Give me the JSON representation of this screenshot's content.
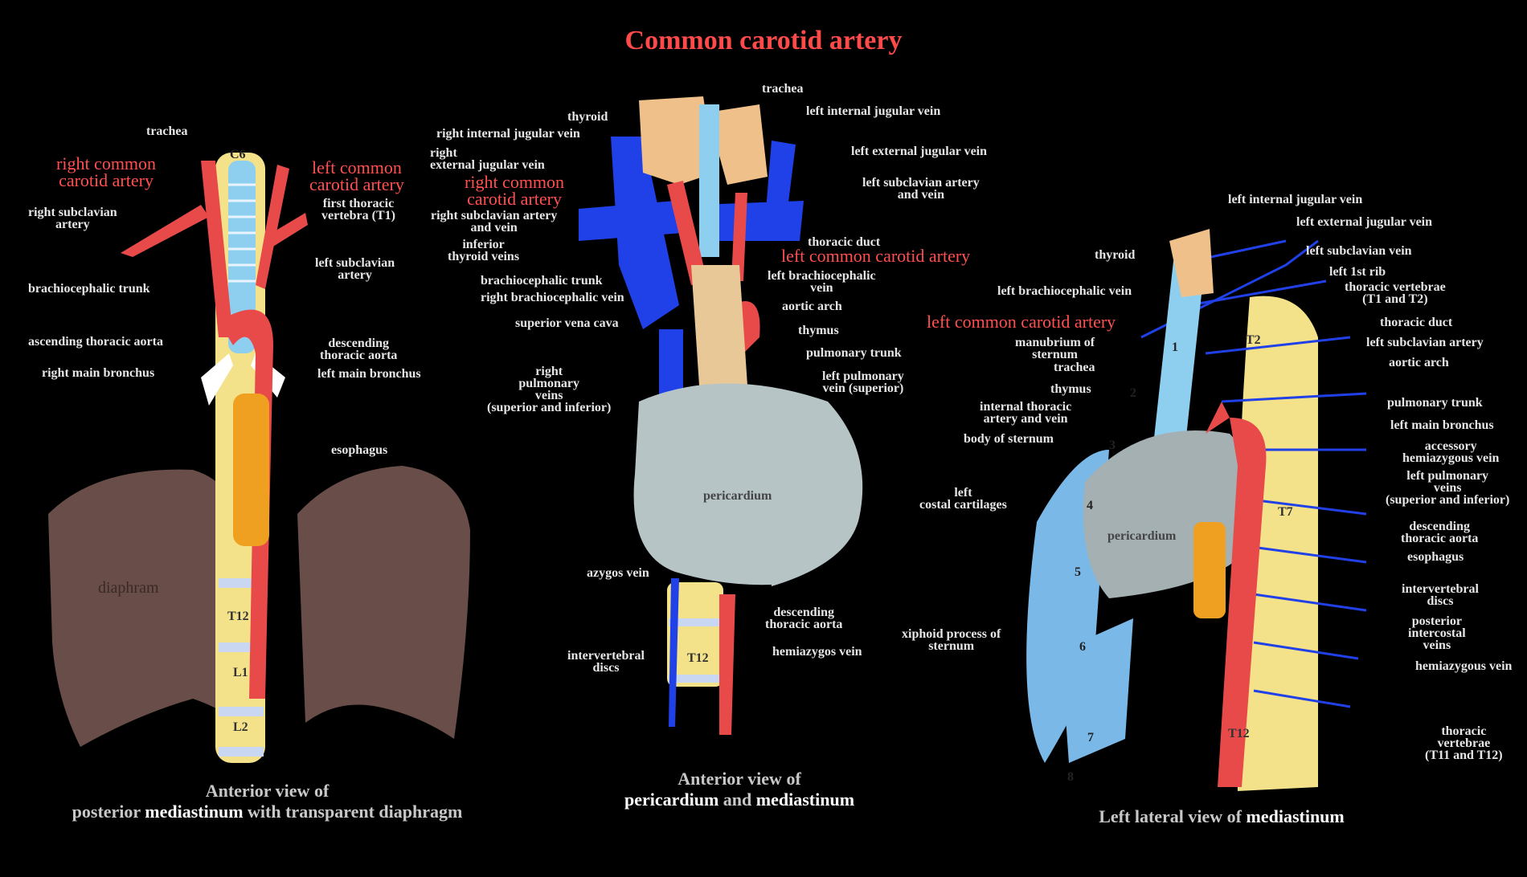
{
  "title": "Common carotid artery",
  "colors": {
    "background": "#000000",
    "artery": "#e84a4a",
    "vein": "#2040e8",
    "bone": "#f3e28a",
    "cartilage": "#8ecff0",
    "pericardium": "#b6c4c6",
    "thyroid": "#f0c08a",
    "esophagus": "#f0a020",
    "diaphragm": "#7a5a55",
    "label_text": "#e6e6e6",
    "highlight_text": "#ff5050"
  },
  "panels": [
    {
      "caption_line1": "Anterior view of",
      "caption_line2_a": "posterior ",
      "caption_line2_b": "mediastinum",
      "caption_line2_c": " with transparent diaphragm",
      "labels": {
        "trachea": "trachea",
        "c6": "C6",
        "right_cca": "right common\ncarotid artery",
        "left_cca": "left common\ncarotid artery",
        "first_thoracic": "first thoracic\nvertebra (T1)",
        "right_subclavian": "right subclavian\nartery",
        "left_subclavian": "left subclavian\nartery",
        "brachiocephalic": "brachiocephalic trunk",
        "ascending_aorta": "ascending thoracic aorta",
        "descending_aorta": "descending\nthoracic aorta",
        "right_bronchus": "right main bronchus",
        "left_bronchus": "left main bronchus",
        "esophagus": "esophagus",
        "diaphram": "diaphram",
        "t12": "T12",
        "l1": "L1",
        "l2": "L2"
      }
    },
    {
      "caption_line1": "Anterior view of",
      "caption_line2_a": "pericardium",
      "caption_line2_b": " and ",
      "caption_line2_c": "mediastinum",
      "labels": {
        "trachea": "trachea",
        "thyroid": "thyroid",
        "left_ijv": "left internal jugular vein",
        "right_ijv": "right internal jugular vein",
        "left_ejv": "left external jugular vein",
        "right_ejv": "right\nexternal jugular vein",
        "left_subclavian": "left subclavian artery\nand vein",
        "right_cca": "right common\ncarotid artery",
        "right_subclavian": "right subclavian artery\nand vein",
        "thoracic_duct": "thoracic duct",
        "inferior_thyroid": "inferior\nthyroid veins",
        "left_cca": "left common carotid artery",
        "brachiocephalic": "brachiocephalic trunk",
        "right_brachio_vein": "right brachiocephalic vein",
        "left_brachio_vein": "left brachiocephalic\nvein",
        "svc": "superior vena cava",
        "aortic_arch": "aortic arch",
        "thymus": "thymus",
        "pulmonary_trunk": "pulmonary trunk",
        "right_pulm_veins": "right\npulmonary\nveins\n(superior and inferior)",
        "left_pulm_vein": "left pulmonary\nvein (superior)",
        "pericardium": "pericardium",
        "azygos": "azygos vein",
        "descending_aorta": "descending\nthoracic aorta",
        "hemiazygos": "hemiazygos vein",
        "discs": "intervertebral\ndiscs",
        "t12": "T12"
      }
    },
    {
      "caption_a": "Left lateral view of ",
      "caption_b": "mediastinum",
      "labels": {
        "left_ijv": "left internal jugular vein",
        "thyroid": "thyroid",
        "left_ejv": "left external jugular vein",
        "left_subclavian_vein": "left subclavian vein",
        "left_1st_rib": "left 1st rib",
        "left_brachio_vein": "left brachiocephalic vein",
        "thoracic_vertebrae_t1t2": "thoracic vertebrae\n(T1 and T2)",
        "left_cca": "left common carotid artery",
        "thoracic_duct": "thoracic duct",
        "manubrium": "manubrium of\nsternum",
        "left_subclavian_artery": "left subclavian artery",
        "trachea": "trachea",
        "aortic_arch": "aortic arch",
        "thymus": "thymus",
        "internal_thoracic": "internal thoracic\nartery and vein",
        "pulmonary_trunk": "pulmonary trunk",
        "left_bronchus": "left main bronchus",
        "body_sternum": "body of sternum",
        "accessory_hemi": "accessory\nhemiazygous vein",
        "left_pulm_veins": "left pulmonary\nveins\n(superior and inferior)",
        "costal": "left\ncostal cartilages",
        "pericardium": "pericardium",
        "descending_aorta": "descending\nthoracic aorta",
        "esophagus": "esophagus",
        "discs": "intervertebral\ndiscs",
        "xiphoid": "xiphoid process of\nsternum",
        "posterior_ic": "posterior\nintercostal\nveins",
        "hemiazygous": "hemiazygous vein",
        "thoracic_t11t12": "thoracic\nvertebrae\n(T11 and T12)",
        "t2": "T2",
        "t7": "T7",
        "t12": "T12",
        "n1": "1",
        "n2": "2",
        "n3": "3",
        "n4": "4",
        "n5": "5",
        "n6": "6",
        "n7": "7",
        "n8": "8"
      }
    }
  ]
}
